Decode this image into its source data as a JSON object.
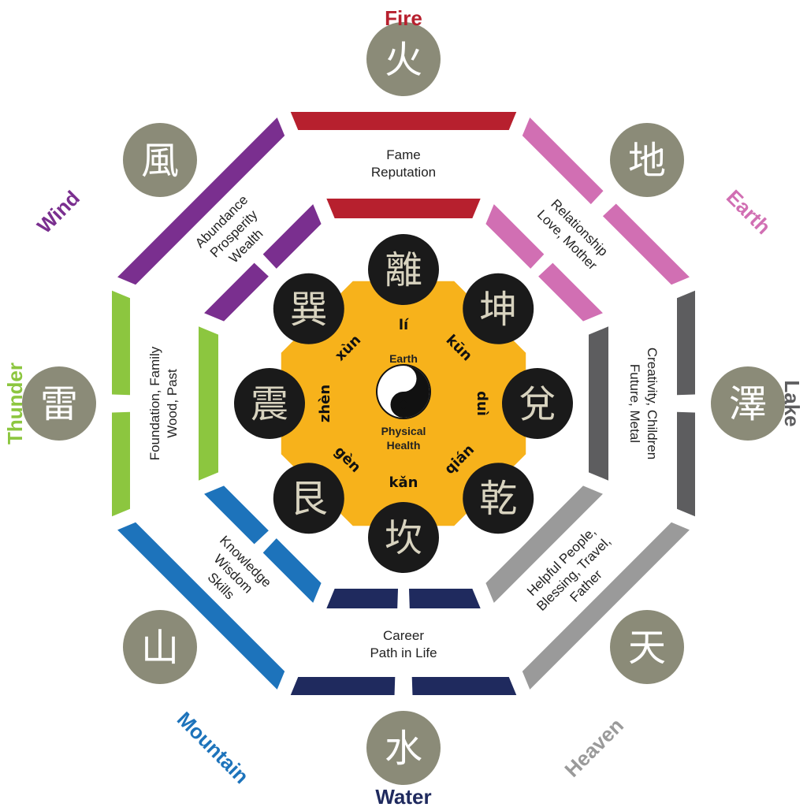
{
  "colors": {
    "fire": "#b7202e",
    "earth": "#d16fb3",
    "lake": "#5d5d5f",
    "heaven": "#9a9a9a",
    "water": "#1f2a5e",
    "mountain": "#1d73bb",
    "thunder": "#8cc63f",
    "wind": "#7a2f8f",
    "disc": "#8b8b78",
    "hub": "#f7b21b",
    "ball": "#1a1a1a",
    "ball_char": "#d8d3bf"
  },
  "elements": {
    "fire": {
      "name": "Fire",
      "char": "火"
    },
    "earth": {
      "name": "Earth",
      "char": "地"
    },
    "lake": {
      "name": "Lake",
      "char": "澤"
    },
    "heaven": {
      "name": "Heaven",
      "char": "天"
    },
    "water": {
      "name": "Water",
      "char": "水"
    },
    "mountain": {
      "name": "Mountain",
      "char": "山"
    },
    "thunder": {
      "name": "Thunder",
      "char": "雷"
    },
    "wind": {
      "name": "Wind",
      "char": "風"
    }
  },
  "areas": {
    "fame": [
      "Fame",
      "Reputation"
    ],
    "relationship": [
      "Relationship",
      "Love, Mother"
    ],
    "creativity": [
      "Creativity, Children",
      "Future, Metal"
    ],
    "helpful": [
      "Helpful People,",
      "Blessing, Travel,",
      "Father"
    ],
    "career": [
      "Career",
      "Path in Life"
    ],
    "knowledge": [
      "Knowledge",
      "Wisdom",
      "Skills"
    ],
    "foundation": [
      "Foundation, Family",
      "Wood, Past"
    ],
    "abundance": [
      "Abundance",
      "Prosperity",
      "Wealth"
    ]
  },
  "trigrams": {
    "li": {
      "char": "離",
      "pinyin": "lí"
    },
    "kun": {
      "char": "坤",
      "pinyin": "kūn"
    },
    "dui": {
      "char": "兌",
      "pinyin": "duì"
    },
    "qian": {
      "char": "乾",
      "pinyin": "qián"
    },
    "kan": {
      "char": "坎",
      "pinyin": "kǎn"
    },
    "gen": {
      "char": "艮",
      "pinyin": "gèn"
    },
    "zhen": {
      "char": "震",
      "pinyin": "zhèn"
    },
    "xun": {
      "char": "巽",
      "pinyin": "xùn"
    }
  },
  "center": {
    "top": "Earth",
    "bottom_line1": "Physical",
    "bottom_line2": "Health",
    "icon": "yin-yang-icon"
  }
}
